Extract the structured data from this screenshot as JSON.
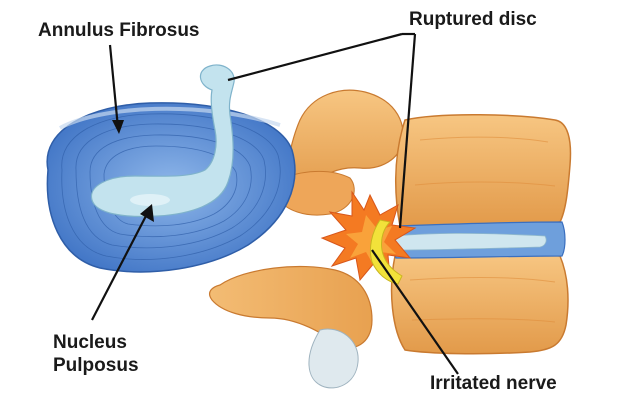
{
  "labels": {
    "annulus_fibrosus": "Annulus Fibrosus",
    "ruptured_disc": "Ruptured disc",
    "nucleus_pulposus_line1": "Nucleus",
    "nucleus_pulposus_line2": "Pulposus",
    "irritated_nerve": "Irritated nerve"
  },
  "colors": {
    "disc_blue": "#5a8fd6",
    "disc_blue_dark": "#3a6fbf",
    "nucleus": "#b9dce8",
    "bone": "#f2b266",
    "bone_shadow": "#d9893a",
    "nerve_irritation": "#f26b1d",
    "nerve_yellow": "#f2e23a",
    "leader_line": "#111111"
  }
}
